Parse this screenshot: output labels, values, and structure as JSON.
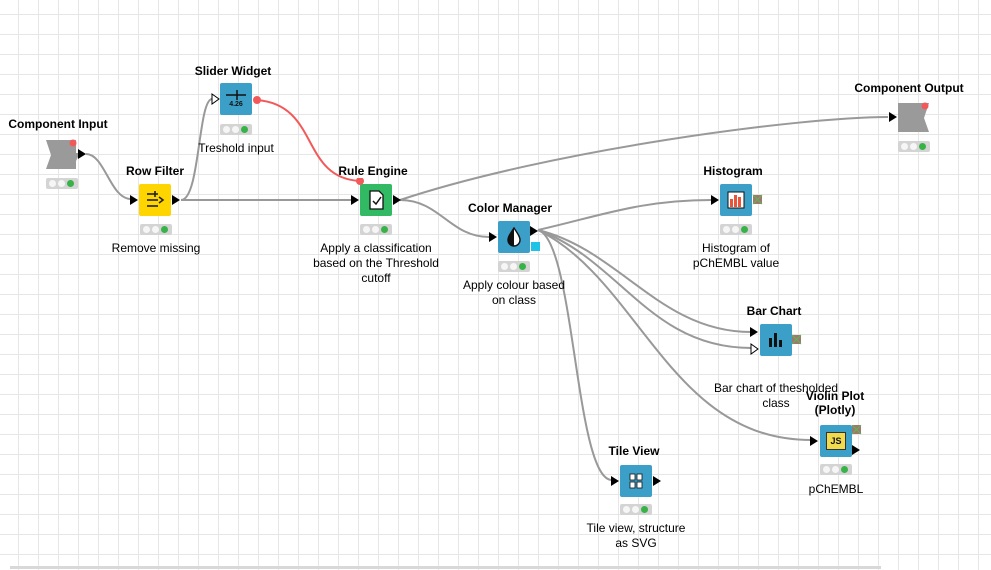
{
  "nodes": {
    "component_input": {
      "title": "Component Input"
    },
    "row_filter": {
      "title": "Row Filter",
      "desc": "Remove missing"
    },
    "slider_widget": {
      "title": "Slider Widget",
      "desc": "Treshold input",
      "value": "4.26"
    },
    "rule_engine": {
      "title": "Rule Engine",
      "desc": [
        "Apply a classification",
        "based on the Threshold",
        "cutoff"
      ]
    },
    "component_output": {
      "title": "Component Output"
    },
    "color_manager": {
      "title": "Color Manager",
      "desc": [
        "Apply colour based",
        "on class"
      ]
    },
    "histogram": {
      "title": "Histogram",
      "desc": [
        "Histogram of",
        "pChEMBL value"
      ]
    },
    "bar_chart": {
      "title": "Bar Chart",
      "desc": [
        "Bar chart of thesholded",
        "class"
      ]
    },
    "violin_plot": {
      "title": [
        "Violin Plot",
        "(Plotly)"
      ],
      "desc": "pChEMBL",
      "icon_text": "JS"
    },
    "tile_view": {
      "title": "Tile View",
      "desc": [
        "Tile view, structure",
        "as SVG"
      ]
    }
  },
  "colors": {
    "node_blue": "#3b9fc8",
    "node_yellow": "#ffd500",
    "node_green": "#32b964",
    "node_grey": "#9a9a9a",
    "flow_variable_red": "#f25a5a",
    "status_green": "#37b247",
    "connection_grey": "#999999"
  }
}
